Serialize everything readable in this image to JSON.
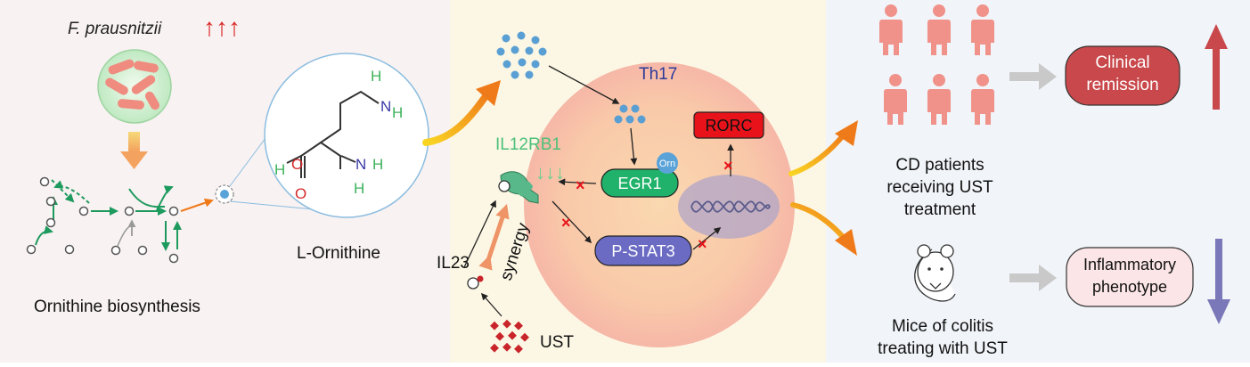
{
  "left_panel": {
    "species": "F. prausnitzii",
    "increase_arrows": "↑↑↑",
    "pathway_label": "Ornithine biosynthesis",
    "molecule_label": "L-Ornithine",
    "atoms": {
      "h1": "H",
      "n1": "N",
      "h2": "H",
      "o": "O",
      "h3": "H",
      "h4": "H",
      "n2": "N",
      "h5": "H",
      "o2": "O"
    }
  },
  "middle_panel": {
    "cell_label": "Th17",
    "receptor_label": "IL12RB1",
    "receptor_change": "↓↓↓",
    "egr1_label": "EGR1",
    "orn_badge": "Orn",
    "rorc_label": "RORC",
    "pstat3_label": "P-STAT3",
    "il23_label": "IL23",
    "synergy_label": "synergy",
    "ust_label": "UST"
  },
  "right_panel": {
    "patients_label_lines": [
      "CD patients",
      "receiving UST",
      "treatment"
    ],
    "mice_label_lines": [
      "Mice of colitis",
      "treating with UST"
    ],
    "clinical_label_lines": [
      "Clinical",
      "remission"
    ],
    "inflammatory_label_lines": [
      "Inflammatory",
      "phenotype"
    ]
  },
  "colors": {
    "left_bg": "#f8f2f2",
    "middle_bg": "#fcf7e4",
    "right_bg": "#f1f4f8",
    "pathway_green": "#1d9a5d",
    "rorc_red": "#e8131a",
    "egr1_green": "#20b26a",
    "pstat3_blue": "#6b6bc4",
    "clinical_red": "#c8484b",
    "down_blue": "#7a78b8"
  }
}
